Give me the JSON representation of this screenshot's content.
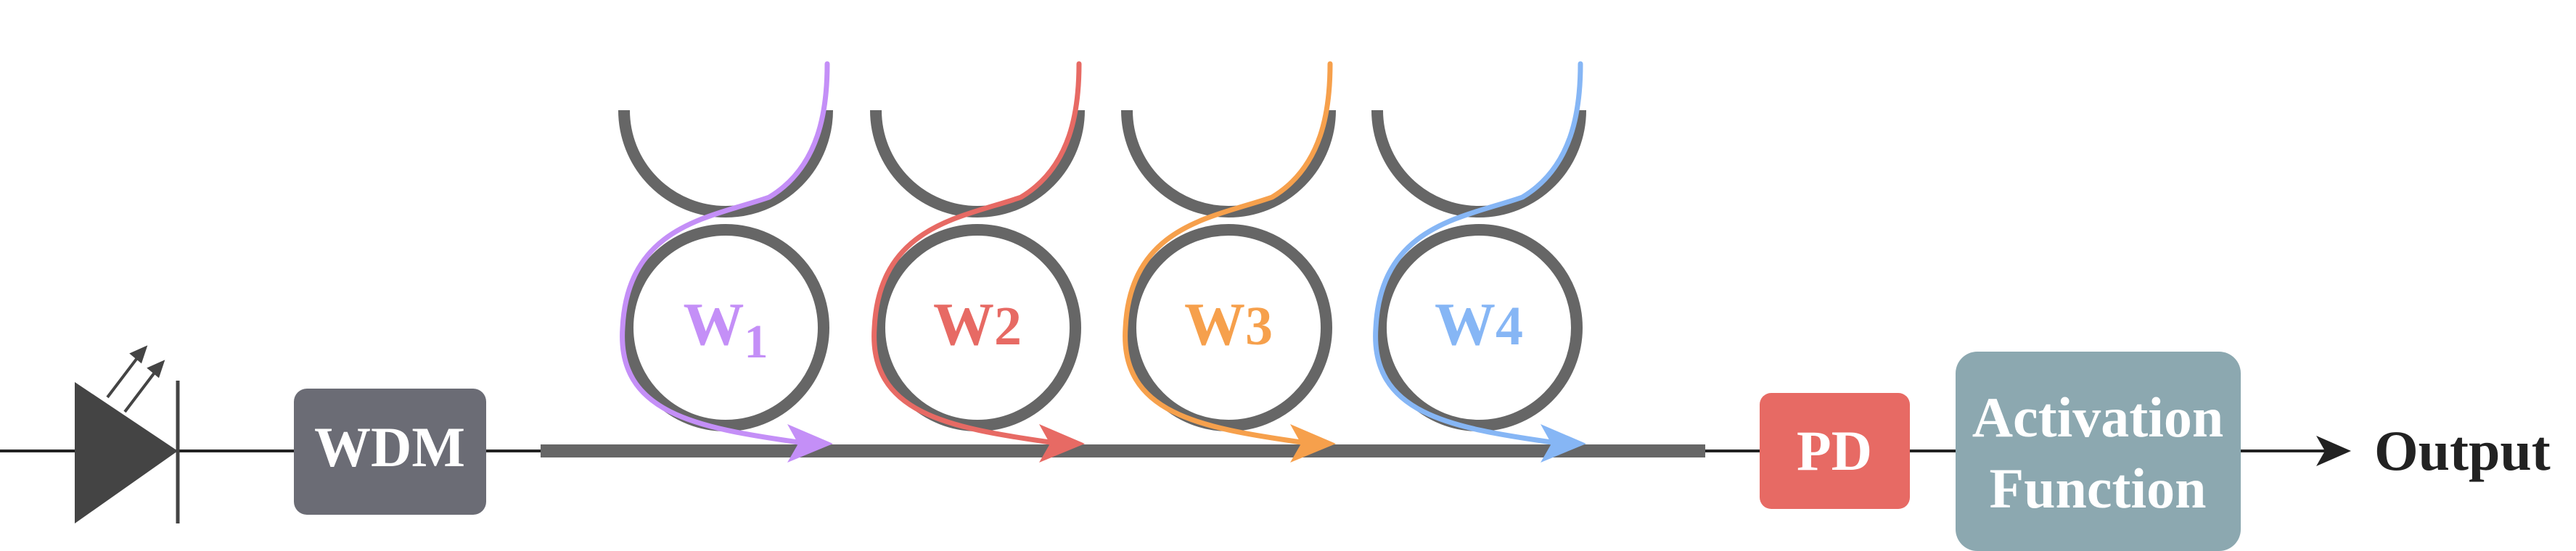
{
  "colors": {
    "line": "#222222",
    "waveguide": "#666666",
    "ring": "#666666",
    "diode": "#444444",
    "wdm_box": "#6b6c75",
    "pd_box": "#e76a64",
    "activation_box": "#8ca8b0",
    "box_text": "#ffffff",
    "output_text": "#222222"
  },
  "source": {
    "icon": "laser-diode-icon"
  },
  "wdm": {
    "label": "WDM"
  },
  "weights": [
    {
      "letter": "W",
      "index": "1",
      "color": "#c48ff7"
    },
    {
      "letter": "W",
      "index": "2",
      "color": "#e76a64"
    },
    {
      "letter": "W",
      "index": "3",
      "color": "#f6a04c"
    },
    {
      "letter": "W",
      "index": "4",
      "color": "#86b6f5"
    }
  ],
  "pd": {
    "label": "PD"
  },
  "activation": {
    "line1": "Activation",
    "line2": "Function"
  },
  "output": {
    "label": "Output"
  }
}
